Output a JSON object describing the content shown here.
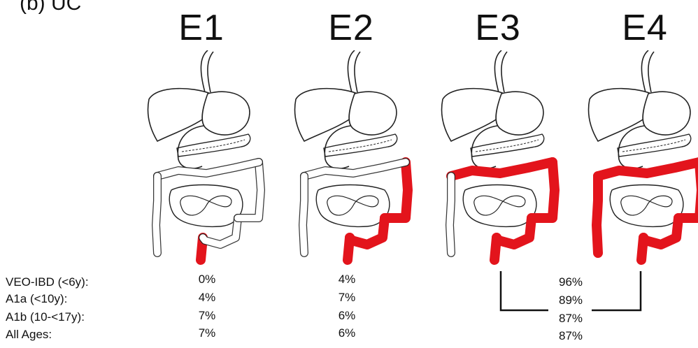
{
  "panel_label": "(b) UC",
  "extents": [
    {
      "label": "E1",
      "extent": "rectum"
    },
    {
      "label": "E2",
      "extent": "left-sided (distal to splenic flexure)"
    },
    {
      "label": "E3",
      "extent": "extensive (distal to hepatic flexure)"
    },
    {
      "label": "E4",
      "extent": "pancolitis"
    }
  ],
  "rows": [
    {
      "label": "VEO-IBD (<6y):",
      "values": [
        "0%",
        "4%",
        "96%"
      ]
    },
    {
      "label": "A1a (<10y):",
      "values": [
        "4%",
        "7%",
        "89%"
      ]
    },
    {
      "label": "A1b (10-<17y):",
      "values": [
        "7%",
        "6%",
        "87%"
      ]
    },
    {
      "label": "All Ages:",
      "values": [
        "7%",
        "6%",
        "87%"
      ]
    }
  ],
  "colors": {
    "inflamed": "#e3141c",
    "outline": "#222222",
    "text": "#111111"
  }
}
